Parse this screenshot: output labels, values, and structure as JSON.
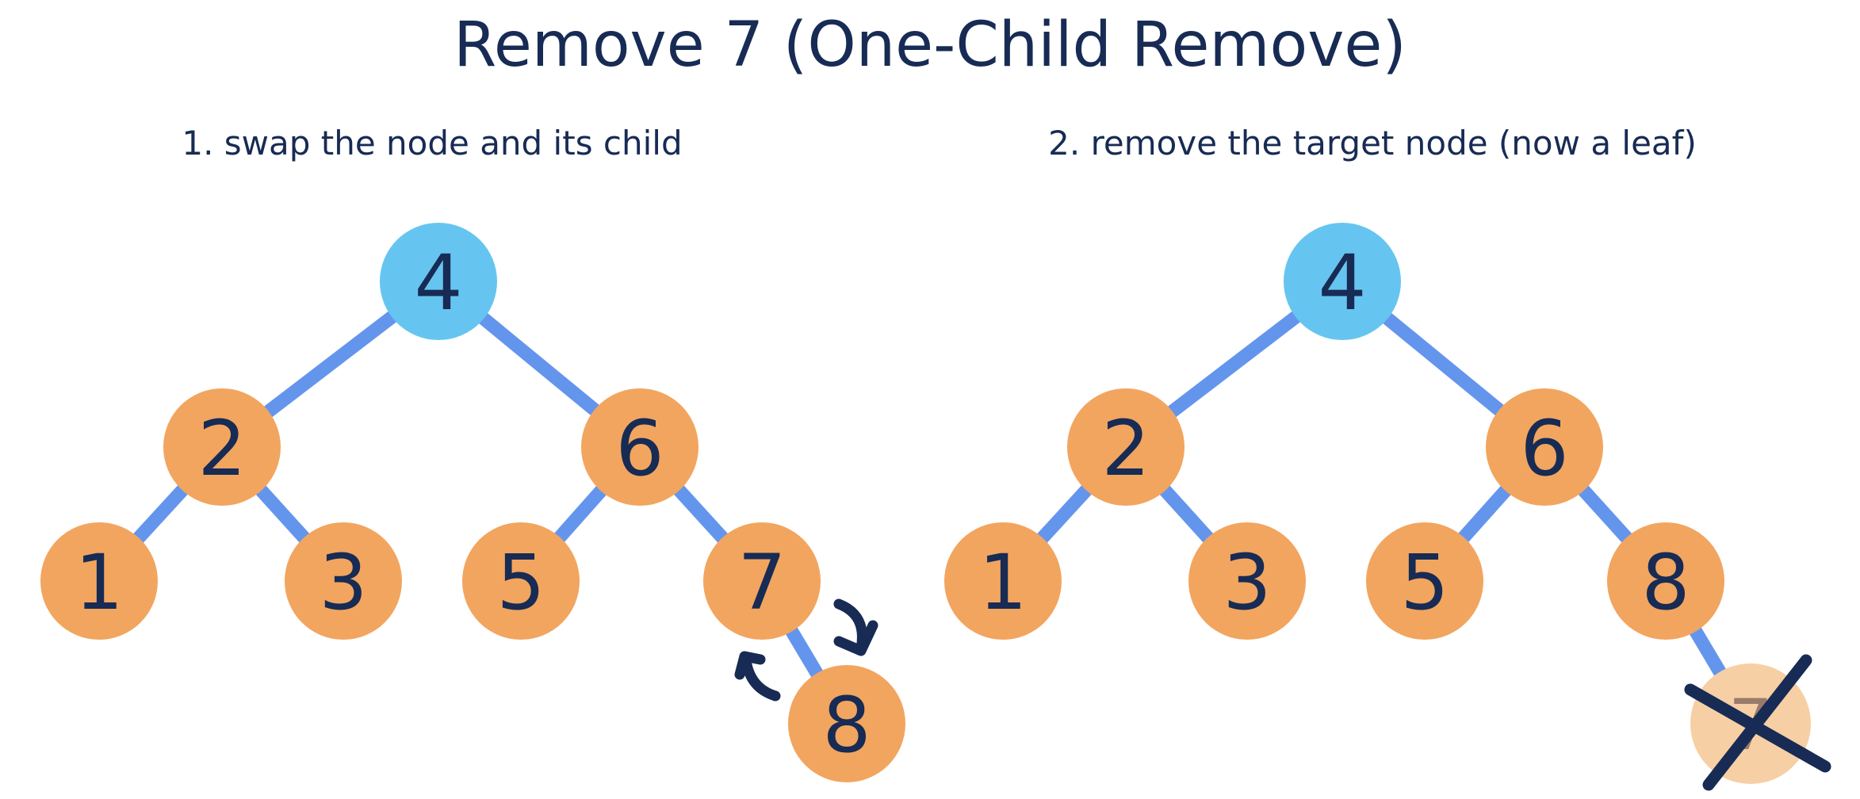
{
  "title": "Remove 7 (One-Child Remove)",
  "colors": {
    "background": "#ffffff",
    "root_fill": "#66c5f0",
    "node_fill": "#f2a55f",
    "edge_stroke": "#6495ed",
    "ink": "#172b54",
    "removed_fill": "#f7cfa4",
    "removed_ink": "#997b6c"
  },
  "panels": [
    {
      "caption": "1. swap the node and its child",
      "tree": {
        "root": "4",
        "edges": [
          [
            "4",
            "2"
          ],
          [
            "4",
            "6"
          ],
          [
            "2",
            "1"
          ],
          [
            "2",
            "3"
          ],
          [
            "6",
            "5"
          ],
          [
            "6",
            "7"
          ],
          [
            "7",
            "8"
          ]
        ]
      },
      "nodes": [
        {
          "label": "4",
          "role": "root"
        },
        {
          "label": "2",
          "role": "internal"
        },
        {
          "label": "6",
          "role": "internal"
        },
        {
          "label": "1",
          "role": "leaf"
        },
        {
          "label": "3",
          "role": "leaf"
        },
        {
          "label": "5",
          "role": "leaf"
        },
        {
          "label": "7",
          "role": "target"
        },
        {
          "label": "8",
          "role": "child-of-target"
        }
      ],
      "annotation": {
        "type": "swap-arrows",
        "between": [
          "7",
          "8"
        ]
      }
    },
    {
      "caption": "2. remove the target node (now a leaf)",
      "tree": {
        "root": "4",
        "edges": [
          [
            "4",
            "2"
          ],
          [
            "4",
            "6"
          ],
          [
            "2",
            "1"
          ],
          [
            "2",
            "3"
          ],
          [
            "6",
            "5"
          ],
          [
            "6",
            "8"
          ],
          [
            "8",
            "7"
          ]
        ]
      },
      "nodes": [
        {
          "label": "4",
          "role": "root"
        },
        {
          "label": "2",
          "role": "internal"
        },
        {
          "label": "6",
          "role": "internal"
        },
        {
          "label": "1",
          "role": "leaf"
        },
        {
          "label": "3",
          "role": "leaf"
        },
        {
          "label": "5",
          "role": "leaf"
        },
        {
          "label": "8",
          "role": "leaf"
        },
        {
          "label": "7",
          "role": "removed"
        }
      ],
      "annotation": {
        "type": "cross-out",
        "node": "7"
      }
    }
  ]
}
